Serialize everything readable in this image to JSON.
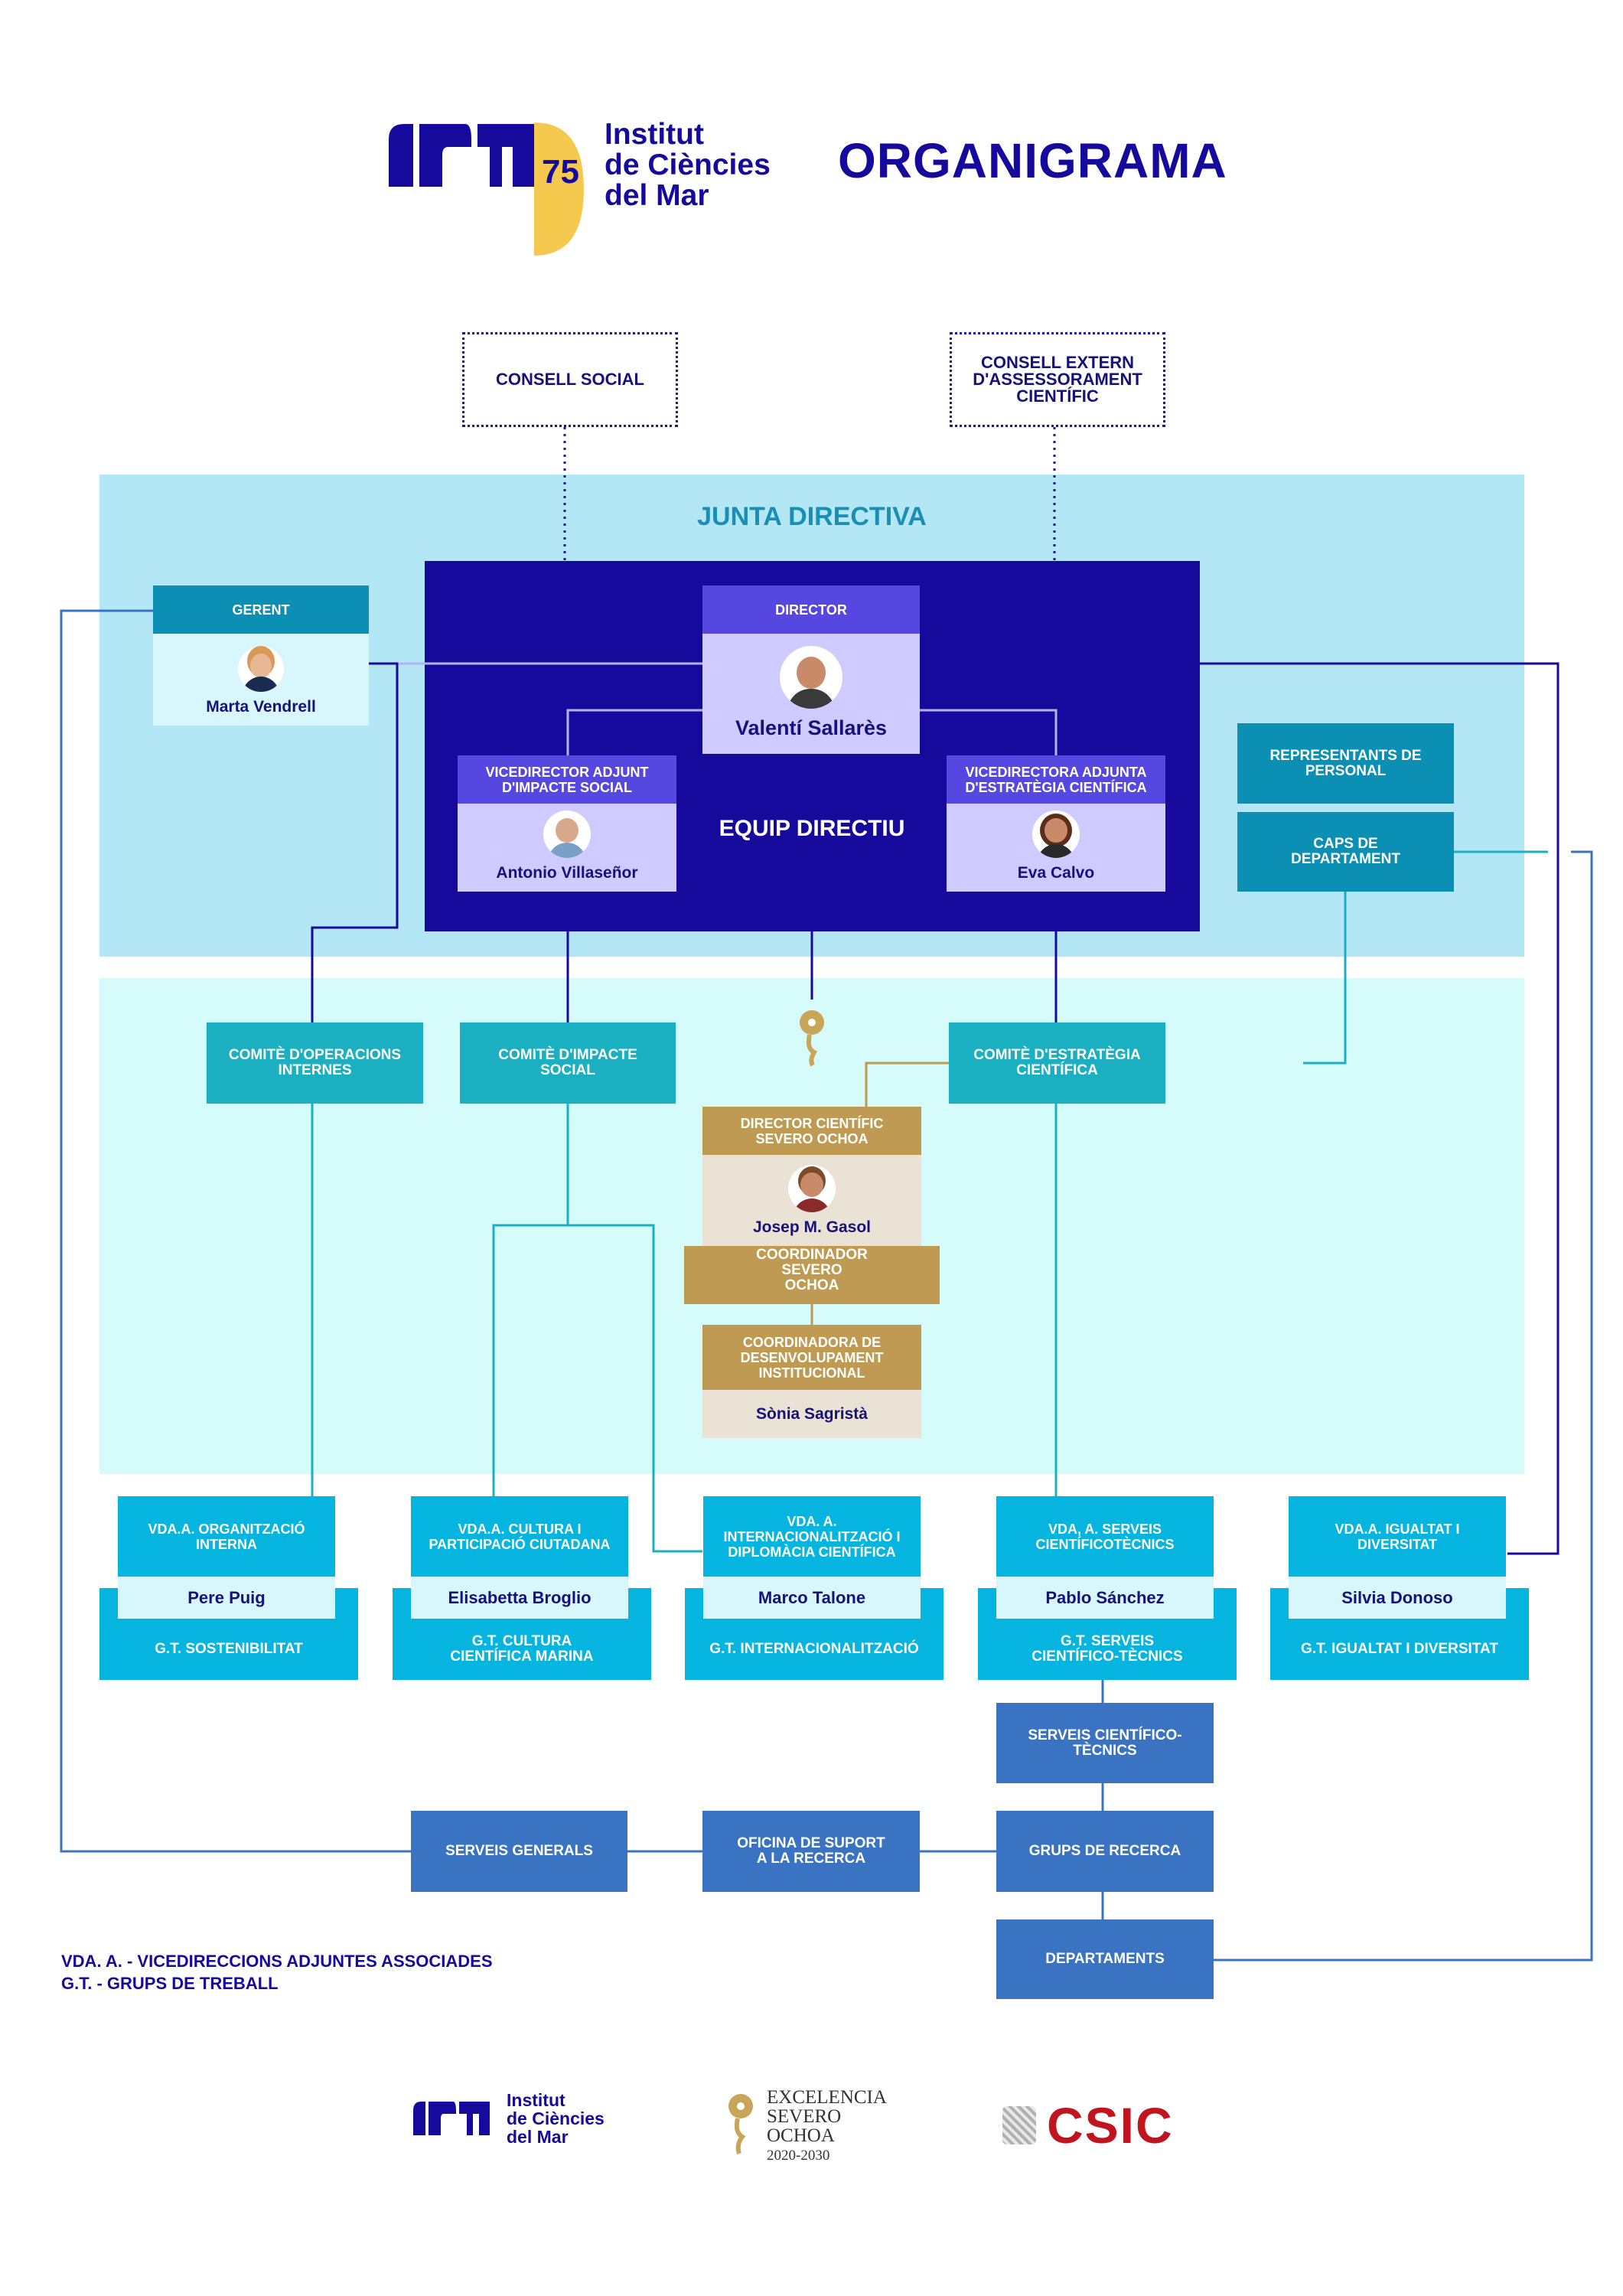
{
  "header": {
    "logo_number": "75",
    "logo_line1": "Institut",
    "logo_line2": "de Ciències",
    "logo_line3": "del Mar",
    "title": "ORGANIGRAMA"
  },
  "advisory": {
    "consell_social": "CONSELL SOCIAL",
    "consell_extern": "CONSELL EXTERN D'ASSESSORAMENT CIENTÍFIC"
  },
  "junta": {
    "title": "JUNTA DIRECTIVA",
    "equip_label": "EQUIP DIRECTIU",
    "gerent": {
      "role": "GERENT",
      "name": "Marta Vendrell"
    },
    "director": {
      "role": "DIRECTOR",
      "name": "Valentí Sallarès"
    },
    "vd_social": {
      "role": "VICEDIRECTOR ADJUNT D'IMPACTE SOCIAL",
      "name": "Antonio Villaseñor"
    },
    "vd_cientifica": {
      "role": "VICEDIRECTORA ADJUNTA D'ESTRATÈGIA CIENTÍFICA",
      "name": "Eva Calvo"
    },
    "representants": "REPRESENTANTS DE PERSONAL",
    "caps": "CAPS DE DEPARTAMENT"
  },
  "committees": {
    "operacions": "COMITÈ D'OPERACIONS INTERNES",
    "impacte": "COMITÈ D'IMPACTE SOCIAL",
    "estrategia": "COMITÈ D'ESTRATÈGIA CIENTÍFICA"
  },
  "severo": {
    "director_role": "DIRECTOR CIENTÍFIC SEVERO OCHOA",
    "director_name": "Josep M. Gasol",
    "coordinador": "COORDINADOR SEVERO OCHOA",
    "coordinadora_role": "COORDINADORA DE DESENVOLUPAMENT INSTITUCIONAL",
    "coordinadora_name": "Sònia Sagristà"
  },
  "vdas": [
    {
      "role": "VDA.A. ORGANITZACIÓ INTERNA",
      "name": "Pere Puig",
      "group": "G.T. SOSTENIBILITAT"
    },
    {
      "role": "VDA.A. CULTURA I PARTICIPACIÓ CIUTADANA",
      "name": "Elisabetta Broglio",
      "group": "G.T. CULTURA CIENTÍFICA MARINA"
    },
    {
      "role": "VDA. A. INTERNACIONALITZACIÓ I DIPLOMÀCIA CIENTÍFICA",
      "name": "Marco Talone",
      "group": "G.T. INTERNACIONALITZACIÓ"
    },
    {
      "role": "VDA, A. SERVEIS CIENTÍFICOTÈCNICS",
      "name": "Pablo Sánchez",
      "group": "G.T. SERVEIS CIENTÍFICO-TÈCNICS"
    },
    {
      "role": "VDA.A. IGUALTAT I DIVERSITAT",
      "name": "Silvia Donoso",
      "group": "G.T. IGUALTAT I DIVERSITAT"
    }
  ],
  "services": {
    "serveis_ct": "SERVEIS CIENTÍFICO-TÈCNICS",
    "serveis_generals": "SERVEIS GENERALS",
    "oficina": "OFICINA DE SUPORT A LA RECERCA",
    "grups": "GRUPS DE RECERCA",
    "departaments": "DEPARTAMENTS"
  },
  "legend": {
    "vda_abbr": "VDA. A.",
    "vda_text": "VICEDIRECCIONS ADJUNTES ASSOCIADES",
    "gt_abbr": "G.T.",
    "gt_text": "GRUPS DE TREBALL"
  },
  "footer": {
    "icm_line1": "Institut",
    "icm_line2": "de Ciències",
    "icm_line3": "del Mar",
    "excel_line1": "EXCELENCIA",
    "excel_line2": "SEVERO",
    "excel_line3": "OCHOA",
    "excel_years": "2020-2030",
    "csic": "CSIC"
  },
  "colors": {
    "navy": "#150a9b",
    "teal": "#0b8fb5",
    "cyan": "#05b5e0",
    "purple": "#5547e0",
    "lavender": "#cfcbff",
    "gold": "#bf9a52",
    "blue_service": "#3a73c2",
    "yellow": "#f5c84e"
  }
}
